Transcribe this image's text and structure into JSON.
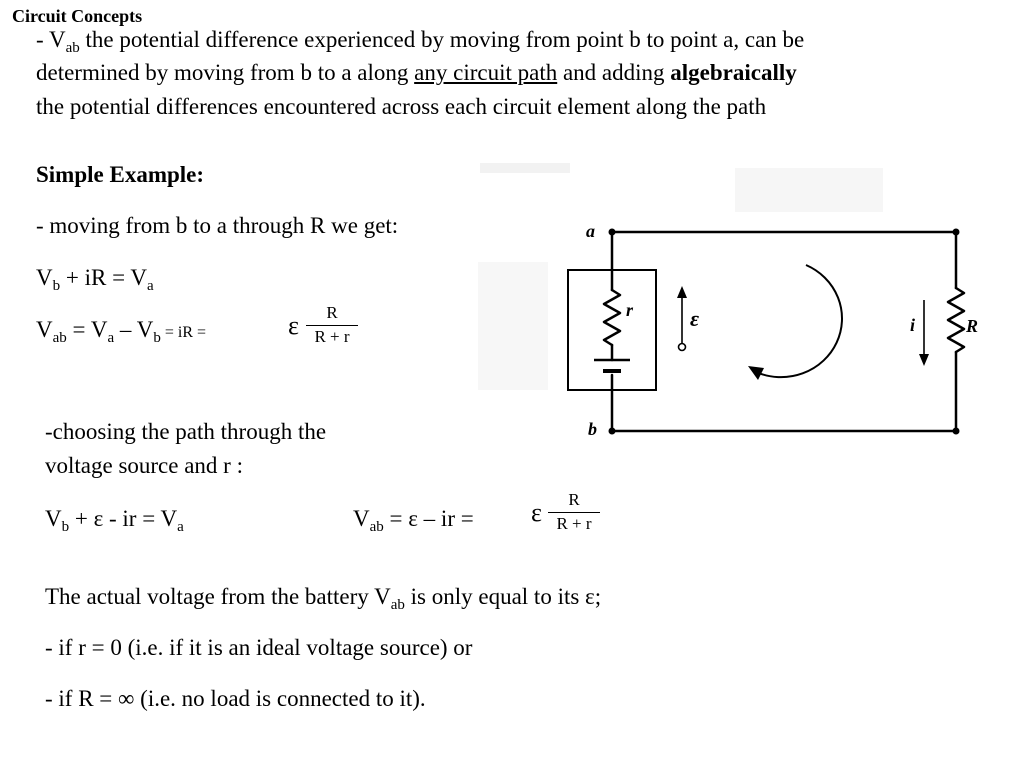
{
  "slide_title": "Circuit Concepts",
  "intro": {
    "l1_a": "- V",
    "l1_sub": "ab",
    "l1_b": " the potential difference experienced by moving from point b to point a, can be",
    "l2_a": "determined by moving from b to a along ",
    "l2_u": "any circuit path",
    "l2_b": " and adding ",
    "l2_bold": "algebraically",
    "l3": "the potential differences encountered across each circuit element along the path"
  },
  "example": {
    "heading": "Simple Example:",
    "line1": "- moving from b to a through R we get:",
    "eq1": {
      "a": "V",
      "a_sub": "b",
      "b": " + iR = V",
      "b_sub": "a"
    },
    "eq2": {
      "a": "V",
      "a_sub": "ab",
      "b": " = V",
      "b_sub": "a",
      "c": " – V",
      "c_sub": "b",
      "d": " = iR = "
    },
    "frac1": {
      "eps": "ε",
      "num": "R",
      "den": "R + r"
    }
  },
  "path2": {
    "line1": "-choosing the path through the",
    "line2": "voltage source and r  :",
    "eq3": {
      "a": "V",
      "a_sub": "b",
      "b": " + ε - ir = V",
      "b_sub": "a"
    },
    "eq4": {
      "a": "V",
      "a_sub": "ab",
      "b": " = ε – ir  = "
    },
    "frac2": {
      "eps": "ε",
      "num": "R",
      "den": "R + r"
    }
  },
  "conclusion": {
    "line1_a": "The actual voltage from the battery V",
    "line1_sub": "ab",
    "line1_b": " is only equal to its ε;",
    "line2": "- if r = 0  (i.e. if it is an ideal voltage source)  or",
    "line3": "- if R = ∞  (i.e. no load is connected to it)."
  },
  "circuit": {
    "label_a": "a",
    "label_b": "b",
    "label_r": "r",
    "label_eps": "ε",
    "label_i": "i",
    "label_R": "R"
  }
}
